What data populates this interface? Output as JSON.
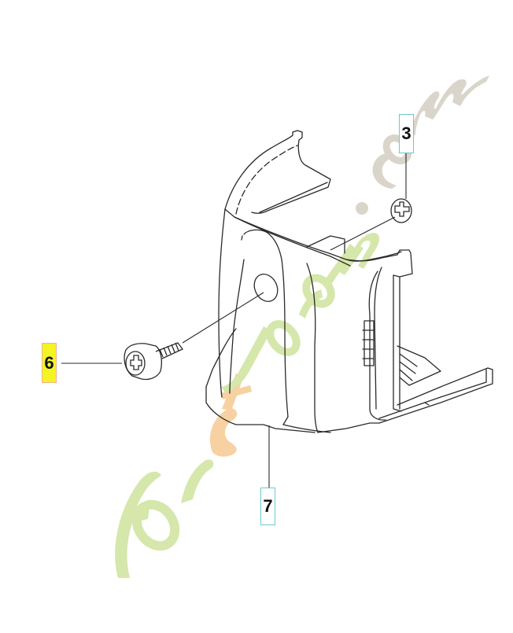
{
  "diagram": {
    "type": "exploded parts diagram",
    "subject": "plastic cover/housing with screw and clip",
    "callouts": [
      {
        "id": "3",
        "label": "3",
        "part": "clip / retaining washer",
        "highlight": false,
        "border_color": "#6cc9cc"
      },
      {
        "id": "6",
        "label": "6",
        "part": "screw",
        "highlight": true,
        "highlight_color": "#f4f424",
        "border_color": "#f0b090"
      },
      {
        "id": "7",
        "label": "7",
        "part": "cover housing",
        "highlight": false,
        "border_color": "#6cc9cc"
      }
    ]
  },
  "watermark": {
    "text_part1": "for",
    "text_part2": "et",
    "text_part3": "jardin",
    "text_part4": ".com",
    "full_text": "foretjardin.com",
    "colors": {
      "green": "#d3e6a6",
      "orange": "#f7cf9c",
      "gray": "#d9d3c8"
    }
  },
  "colors": {
    "background": "#ffffff",
    "line": "#2a2a2a",
    "callout_text": "#111111"
  }
}
